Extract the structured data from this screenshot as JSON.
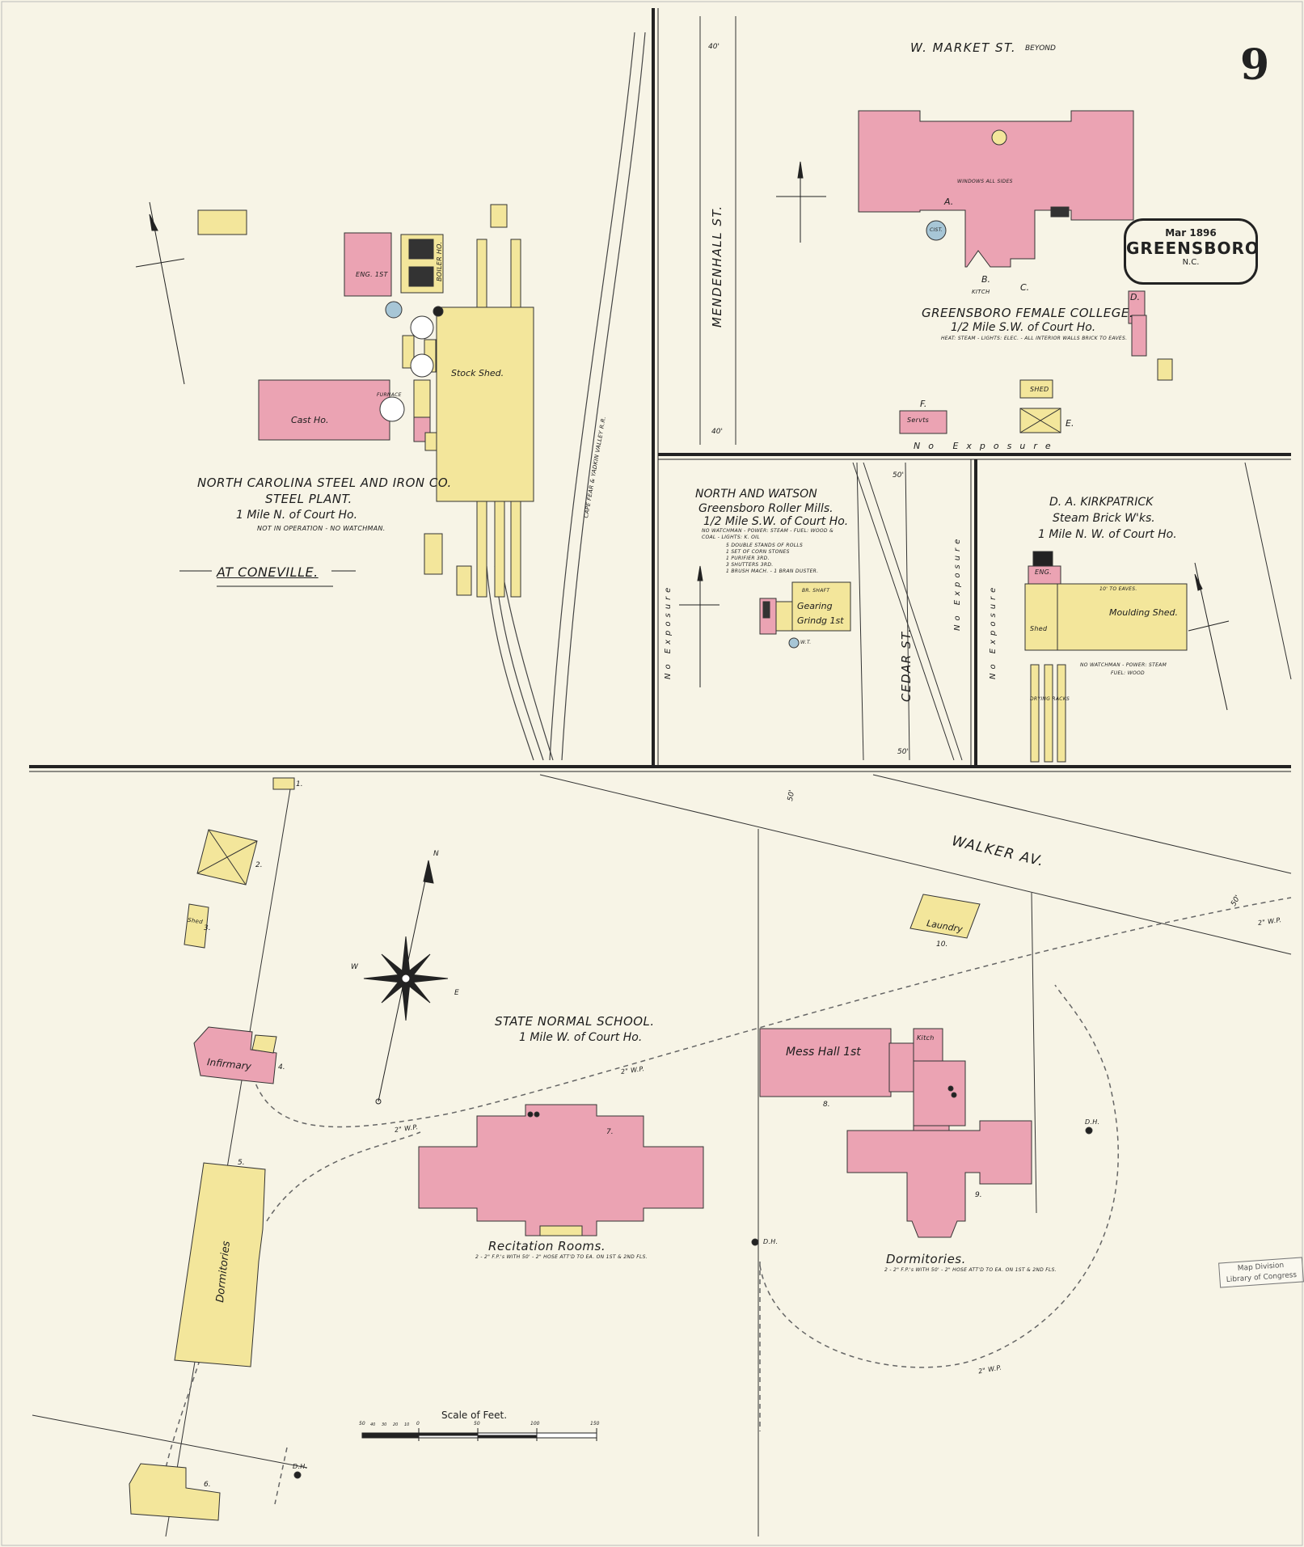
{
  "sheet": {
    "number": "9",
    "stamp_date": "Mar 1896",
    "stamp_city": "GREENSBORO",
    "stamp_state": "N.C.",
    "lc_stamp_line1": "Map Division",
    "lc_stamp_line2": "Library of Congress"
  },
  "streets": {
    "w_market": "W. MARKET ST.",
    "w_market_beyond": "BEYOND",
    "mendenhall": "MENDENHALL ST.",
    "cedar": "CEDAR ST.",
    "walker": "WALKER AV.",
    "no_exposure": "No Exposure",
    "width_40": "40'",
    "width_50": "50'",
    "railroad": "CAPE FEAR & YADKIN VALLEY R.R."
  },
  "steel_plant": {
    "title": "NORTH CAROLINA STEEL AND IRON CO.",
    "subtitle": "STEEL PLANT.",
    "distance": "1 Mile N. of Court Ho.",
    "note": "NOT IN OPERATION - NO WATCHMAN.",
    "location": "AT CONEVILLE.",
    "buildings": {
      "stock_shed": "Stock Shed.",
      "cast_ho": "Cast Ho.",
      "eng": "ENG. 1ST",
      "boiler": "BOILER HO.",
      "furnace": "FURNACE"
    }
  },
  "female_college": {
    "title": "GREENSBORO FEMALE COLLEGE.",
    "distance": "1/2 Mile S.W. of Court Ho.",
    "note": "HEAT: STEAM - LIGHTS: ELEC. - ALL INTERIOR WALLS BRICK TO EAVES.",
    "windows": "WINDOWS ALL SIDES",
    "cist": "CIST.",
    "kitch": "KITCH",
    "shed": "SHED",
    "servts": "Servts",
    "ref_a": "A.",
    "ref_b": "B.",
    "ref_c": "C.",
    "ref_d": "D.",
    "ref_e": "E.",
    "ref_f": "F."
  },
  "roller_mills": {
    "title": "NORTH AND WATSON",
    "subtitle": "Greensboro Roller Mills.",
    "distance": "1/2 Mile S.W. of Court Ho.",
    "note_1": "NO WATCHMAN - POWER: STEAM - FUEL: WOOD &",
    "note_2": "COAL - LIGHTS: K. OIL",
    "note_3": "5 DOUBLE STANDS OF ROLLS",
    "note_4": "1 SET OF CORN STONES",
    "note_5": "1 PURIFIER 3RD.",
    "note_6": "3 SHUTTERS 3RD.",
    "note_7": "1 BRUSH MACH. - 1 BRAN DUSTER.",
    "gearing": "Gearing",
    "grinding": "Grindg 1st",
    "wt": "W.T.",
    "bin_shaft": "BR. SHAFT"
  },
  "brick_works": {
    "title": "D. A. KIRKPATRICK",
    "subtitle": "Steam Brick W'ks.",
    "distance": "1 Mile N. W. of Court Ho.",
    "moulding_shed": "Moulding Shed.",
    "eng": "ENG.",
    "shed": "Shed",
    "to_eaves": "10' TO EAVES.",
    "note_1": "NO WATCHMAN - POWER: STEAM",
    "note_2": "FUEL: WOOD",
    "drying_racks": "DRYING RACKS"
  },
  "normal_school": {
    "title": "STATE NORMAL SCHOOL.",
    "distance": "1 Mile W. of Court Ho.",
    "mess_hall": "Mess Hall 1st",
    "kitch": "Kitch",
    "laundry": "Laundry",
    "infirmary": "Infirmary",
    "recitation": "Recitation Rooms.",
    "recitation_note": "2 - 2\" F.P.'s WITH 50' - 2\" HOSE ATT'D TO EA. ON 1ST & 2ND FLS.",
    "dormitories": "Dormitories.",
    "dormitories_note": "2 - 2\" F.P.'s WITH 50' - 2\" HOSE ATT'D TO EA. ON 1ST & 2ND FLS.",
    "dormitories_west": "Dormitories",
    "shed": "Shed",
    "dh": "D.H.",
    "wp": "2\" W.P.",
    "nums": [
      "1.",
      "2.",
      "3.",
      "4.",
      "5.",
      "6.",
      "7.",
      "8.",
      "9.",
      "10."
    ]
  },
  "scale": {
    "title": "Scale of Feet.",
    "ticks": [
      "50",
      "40",
      "30",
      "20",
      "10",
      "0",
      "50",
      "100",
      "150"
    ]
  },
  "compass": {
    "n": "N",
    "e": "E",
    "w": "W"
  }
}
